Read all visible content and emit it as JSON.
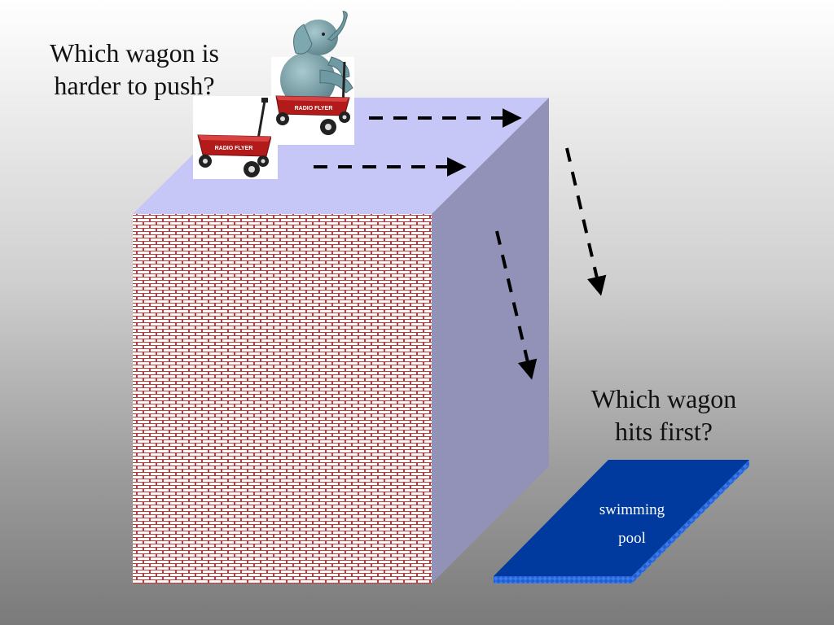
{
  "question_push": {
    "line1": "Which wagon is",
    "line2": "harder to push?"
  },
  "question_hits": {
    "line1": "Which wagon",
    "line2": "hits first?"
  },
  "pool": {
    "line1": "swimming",
    "line2": "pool"
  },
  "wagon_brand": "RADIO FLYER",
  "colors": {
    "box_top": "#c7c7f7",
    "box_side": "#9292b9",
    "brick": "#c03a3a",
    "mortar": "#ffffff",
    "pool_top": "#003a9e",
    "pool_edge": "#1f5fd6",
    "wagon_red": "#b31b1b",
    "elephant": "#6f9aa3"
  }
}
